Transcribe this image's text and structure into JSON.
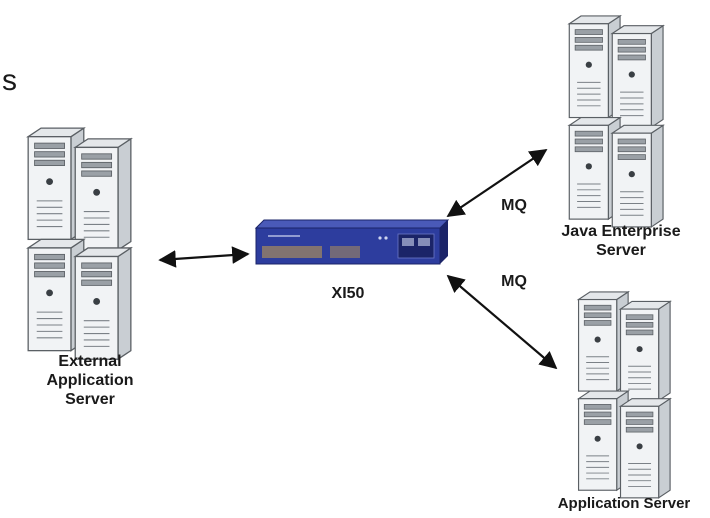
{
  "nodes": {
    "external_server": {
      "label_lines": [
        "External",
        "Application",
        "Server"
      ]
    },
    "xi50": {
      "label": "XI50"
    },
    "java_server": {
      "label_lines": [
        "Java Enterprise",
        "Server"
      ]
    },
    "app_server": {
      "label": "Application Server"
    }
  },
  "edges": {
    "java_link": {
      "label": "MQ"
    },
    "app_link": {
      "label": "MQ"
    }
  },
  "fragment": {
    "text": "s"
  },
  "colors": {
    "tower_front": "#f1f3f5",
    "tower_side": "#c9ced3",
    "tower_top": "#e4e7ea",
    "tower_outline": "#5a5f64",
    "appliance_body": "#2d3d9e",
    "appliance_dark": "#1b2468",
    "arrow": "#111111"
  }
}
